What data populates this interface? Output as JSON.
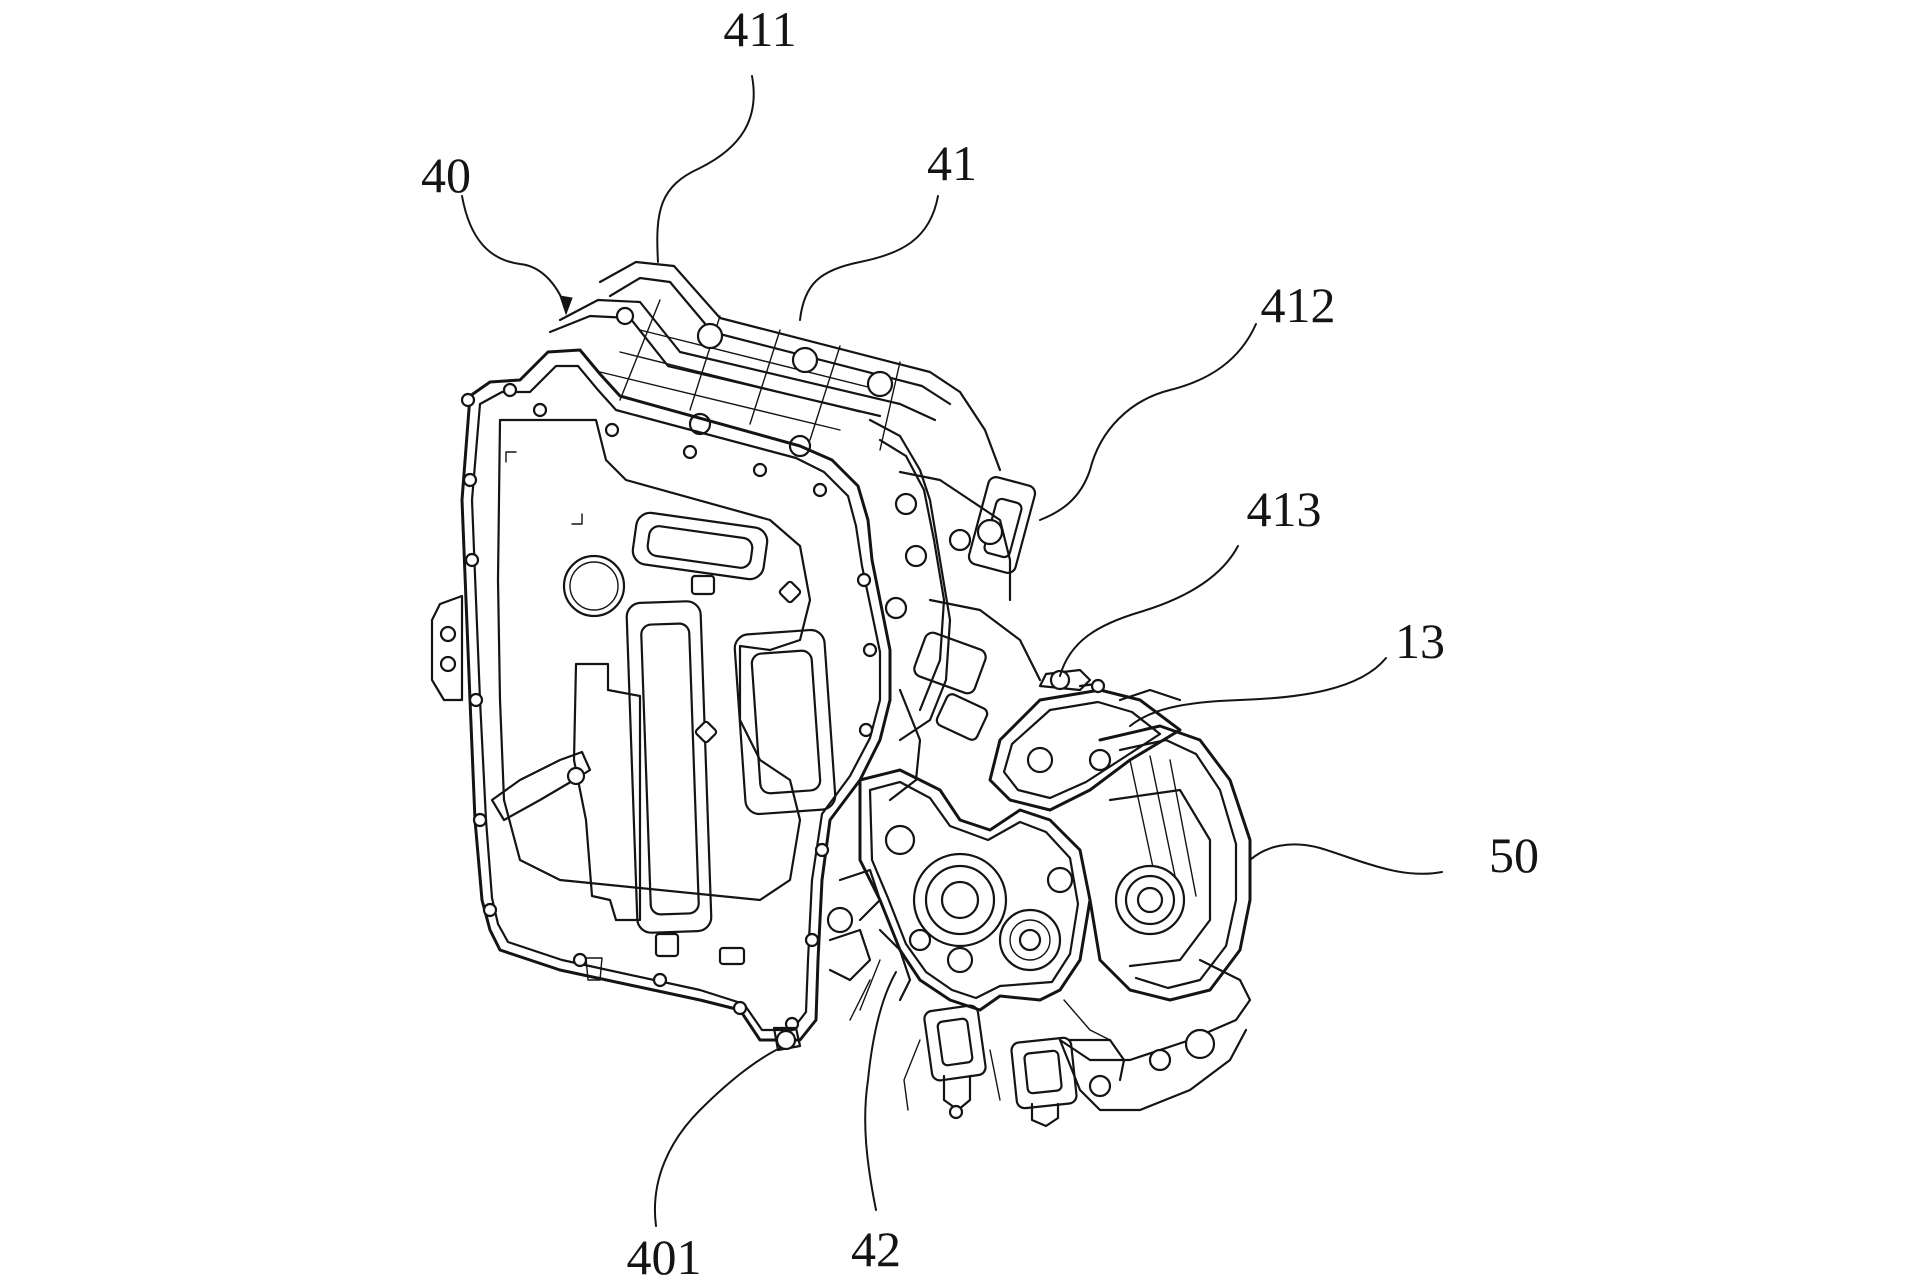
{
  "reference_numerals": {
    "r411": "411",
    "r40": "40",
    "r41": "41",
    "r412": "412",
    "r413": "413",
    "r13": "13",
    "r50": "50",
    "r401": "401",
    "r42": "42"
  },
  "colors": {
    "ink": "#141414",
    "background": "#ffffff"
  }
}
